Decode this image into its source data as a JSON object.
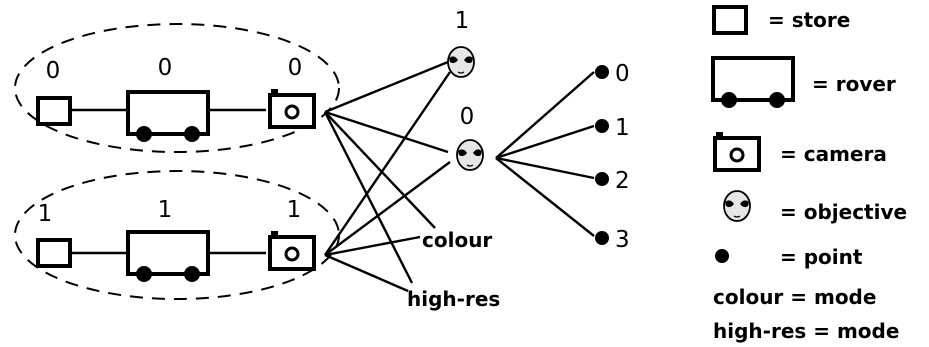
{
  "groups": [
    {
      "store_count": "0",
      "rover_count": "0",
      "camera_count": "0"
    },
    {
      "store_count": "1",
      "rover_count": "1",
      "camera_count": "1"
    }
  ],
  "objectives": [
    {
      "id": "1"
    },
    {
      "id": "0"
    }
  ],
  "points": [
    "0",
    "1",
    "2",
    "3"
  ],
  "modes": [
    "colour",
    "high-res"
  ],
  "legend": {
    "store": "= store",
    "rover": "= rover",
    "camera": "= camera",
    "objective": "= objective",
    "point": "= point",
    "colour_mode": "colour = mode",
    "highres_mode": "high-res = mode"
  }
}
